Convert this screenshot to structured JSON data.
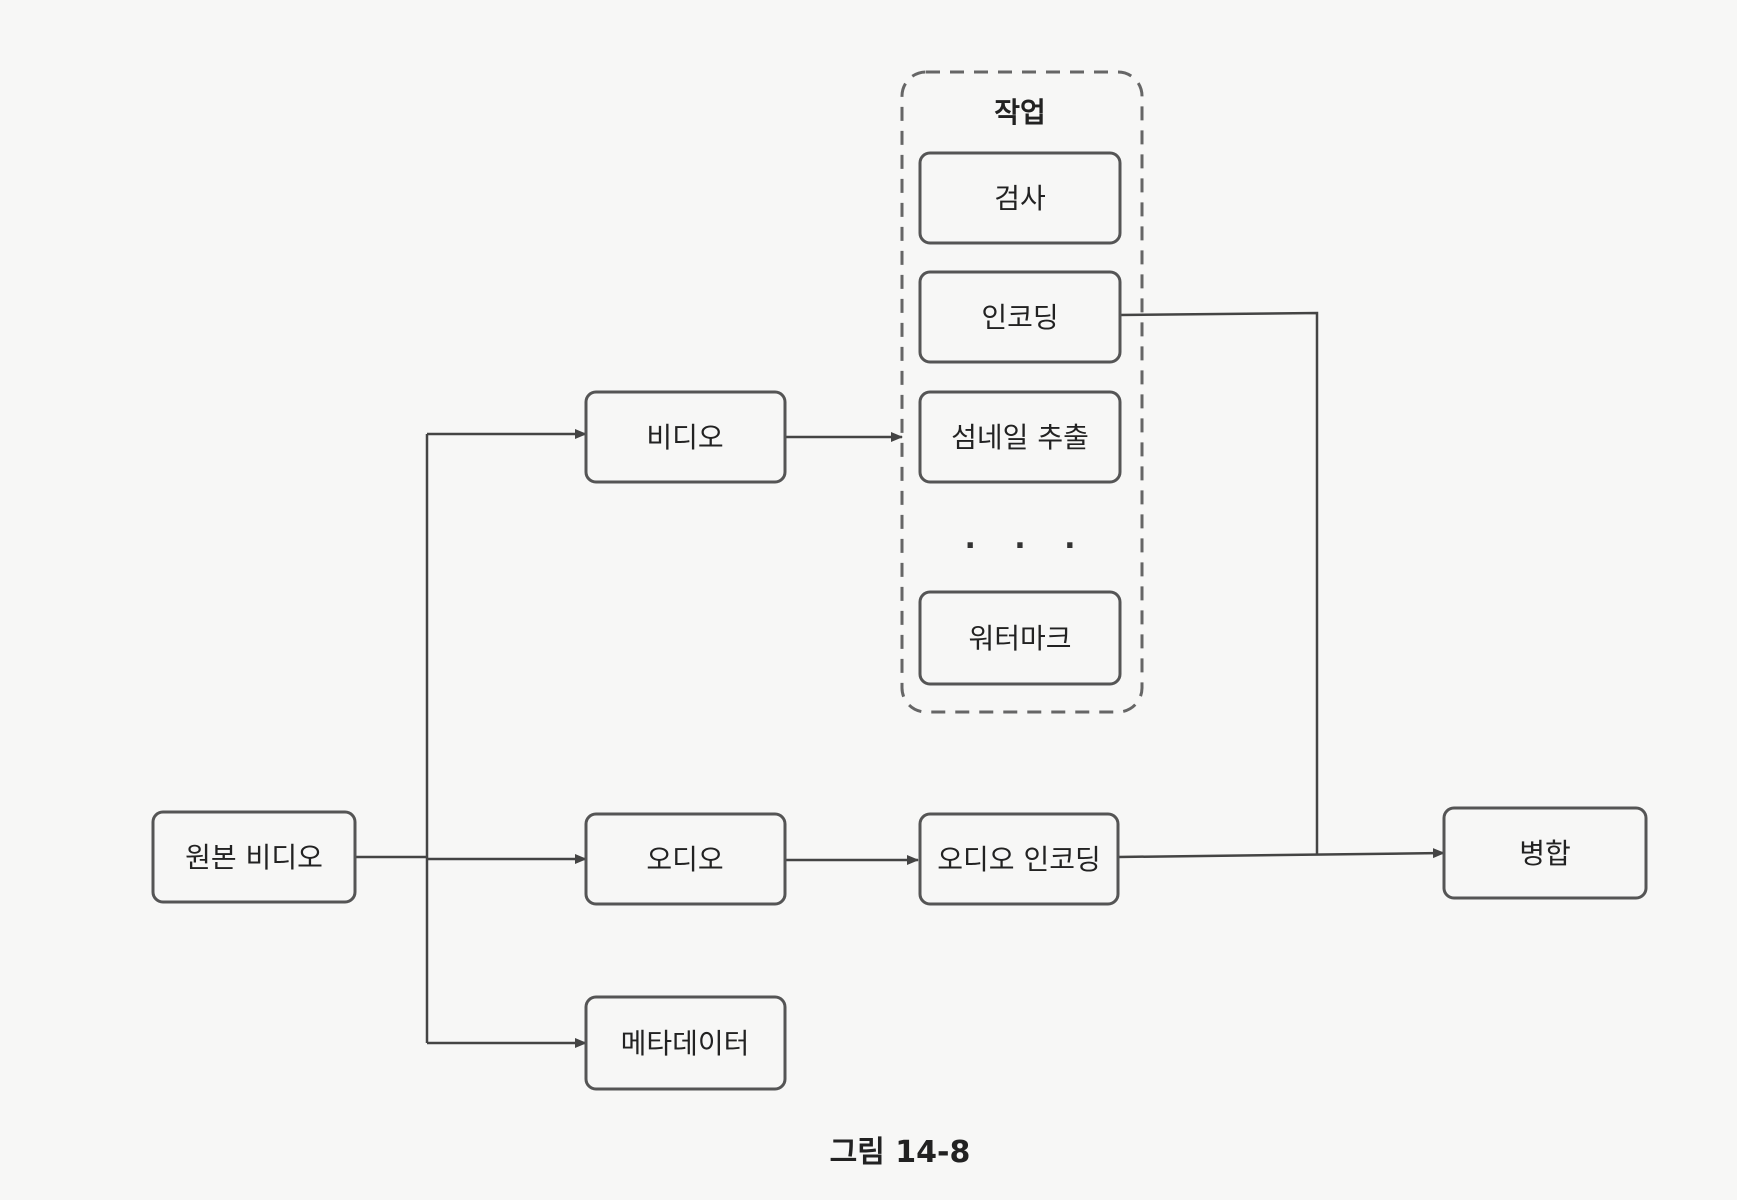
{
  "diagram": {
    "nodes": {
      "source_video": "원본 비디오",
      "video": "비디오",
      "audio": "오디오",
      "metadata": "메타데이터",
      "audio_encoding": "오디오 인코딩",
      "merge": "병합"
    },
    "task_group": {
      "title": "작업",
      "items": [
        "검사",
        "인코딩",
        "섬네일 추출",
        "워터마크"
      ],
      "ellipsis": ". . ."
    },
    "edges": [
      {
        "from": "원본 비디오",
        "to": "비디오"
      },
      {
        "from": "원본 비디오",
        "to": "오디오"
      },
      {
        "from": "원본 비디오",
        "to": "메타데이터"
      },
      {
        "from": "비디오",
        "to": "작업"
      },
      {
        "from": "오디오",
        "to": "오디오 인코딩"
      },
      {
        "from": "인코딩",
        "to": "병합"
      },
      {
        "from": "오디오 인코딩",
        "to": "병합"
      }
    ]
  },
  "caption": "그림 14-8"
}
